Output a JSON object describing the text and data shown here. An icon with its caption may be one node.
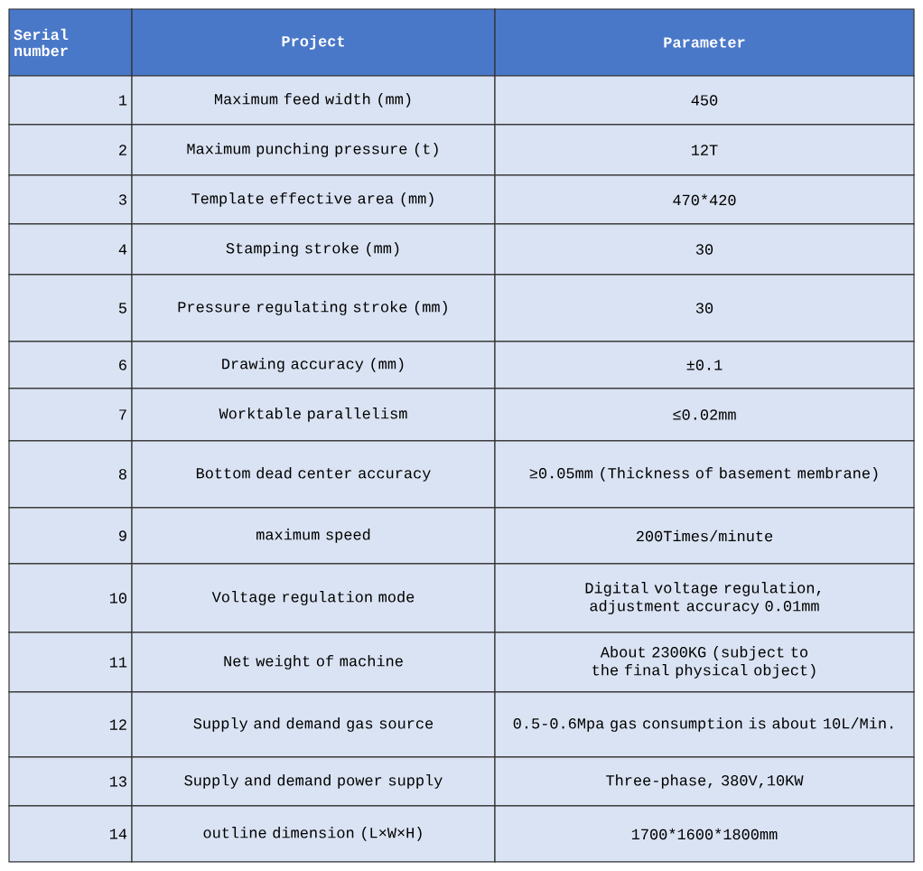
{
  "diagram": {
    "labels": [
      "Serial number",
      "Project",
      "Parameter",
      "1",
      "Maximum feed width (mm)",
      "450",
      "2",
      "Maximum punching pressure (t)",
      "12T",
      "3",
      "Template effective area (mm)",
      "470*420",
      "4",
      "Stamping stroke (mm)",
      "30",
      "5",
      "Pressure regulating stroke (mm)",
      "30",
      "6",
      "Drawing accuracy (mm)",
      "±0.1",
      "7",
      "Worktable parallelism",
      "≤0.02mm",
      "8",
      "Bottom dead center accuracy",
      "≥0.05mm (Thickness of basement membrane)",
      "9",
      "maximum speed",
      "200Times/minute",
      "10",
      "Voltage regulation mode",
      "Digital voltage regulation, adjustment accuracy 0.01mm",
      "11",
      "Net weight of machine",
      "About 2300KG (subject to the final physical object)",
      "12",
      "Supply and demand gas source",
      "0.5-0.6Mpa gas consumption is about 10L/Min.",
      "13",
      "Supply and demand power supply",
      "Three-phase, 380V,10KW",
      "14",
      "outline dimension (L×W×H)",
      "1700*1600*1800mm"
    ]
  }
}
